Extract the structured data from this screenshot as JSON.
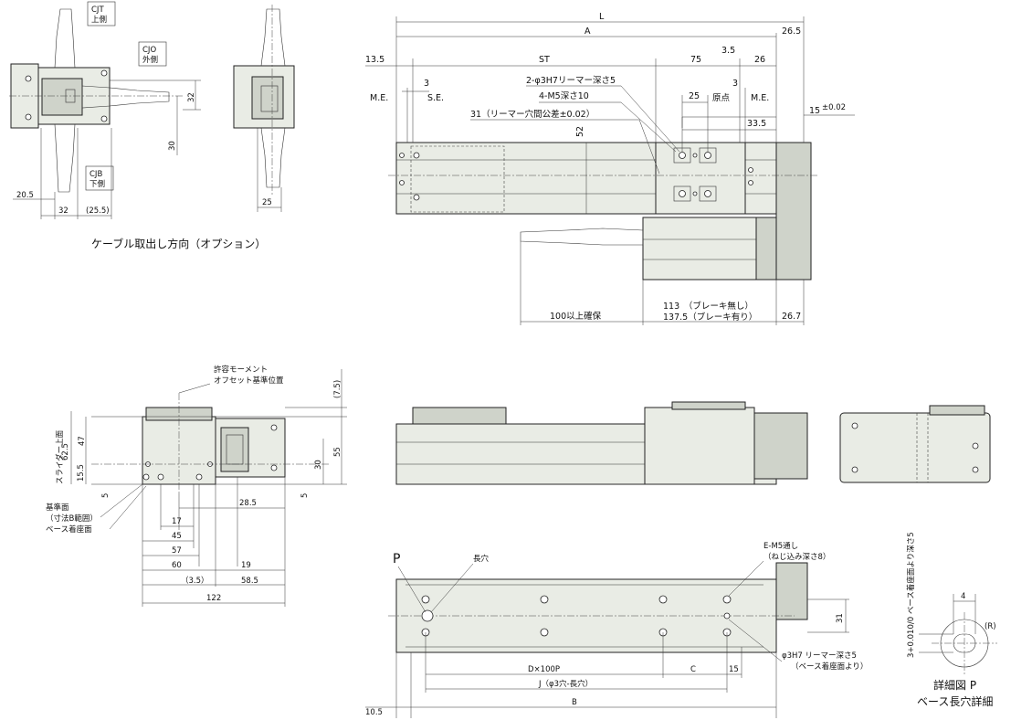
{
  "top_left": {
    "cjt": [
      "CJT",
      "上側"
    ],
    "cjo": [
      "CJO",
      "外側"
    ],
    "cjb": [
      "CJB",
      "下側"
    ],
    "dims": {
      "d32v": "32",
      "d30": "30",
      "d20_5": "20.5",
      "d32h": "32",
      "d25_5": "(25.5)",
      "d25": "25"
    },
    "caption": "ケーブル取出し方向（オプション）"
  },
  "top_view": {
    "L": "L",
    "A": "A",
    "d26_5": "26.5",
    "d13_5": "13.5",
    "ST": "ST",
    "d75": "75",
    "d3_5": "3.5",
    "d26": "26",
    "d3a": "3",
    "d3b": "3",
    "ME_left": "M.E.",
    "SE": "S.E.",
    "origin": "原点",
    "ME_right": "M.E.",
    "pin_hole": "2-φ3H7リーマー深さ5",
    "tap": "4-M5深さ10",
    "d25": "25",
    "d31": "31（リーマー穴間公差±0.02）",
    "d33_5": "33.5",
    "d15_tol": "15",
    "d15_sup": "±0.02",
    "d52": "52",
    "d100": "100以上確保",
    "d113": "113　（ブレーキ無し）",
    "d137_5": "137.5（ブレーキ有り）",
    "d26_7": "26.7"
  },
  "side_view": {
    "moment_label": [
      "許容モーメント",
      "オフセット基準位置"
    ],
    "d7_5": "(7.5)",
    "d62_5": "62.5",
    "slider_top": "スライダー上面",
    "d47": "47",
    "d15_5": "15.5",
    "d55": "55",
    "d30": "30",
    "d5a": "5",
    "d5b": "5",
    "ref_labels": [
      "基準面",
      "（寸法B範囲）",
      "ベース着座面"
    ],
    "d28_5": "28.5",
    "d17": "17",
    "d45": "45",
    "d57": "57",
    "d60": "60",
    "d19": "19",
    "d3_5": "（3.5）",
    "d58_5": "58.5",
    "d122": "122"
  },
  "bottom_view": {
    "P": "P",
    "long_hole": "長穴",
    "em5": [
      "E-M5通し",
      "（ねじ込み深さ8）"
    ],
    "pin": [
      "φ3H7 リーマー深さ5",
      "（ベース着座面より）"
    ],
    "d31": "31",
    "dx100p": "D×100P",
    "C": "C",
    "d15": "15",
    "J": "J（φ3穴-長穴）",
    "B": "B",
    "d10_5": "10.5"
  },
  "detail": {
    "vertical": "3+0.010/0 ベース着座面より深さ5",
    "d4": "4",
    "R": "(R)",
    "title1": "詳細図 P",
    "title2": "ベース長穴詳細"
  }
}
